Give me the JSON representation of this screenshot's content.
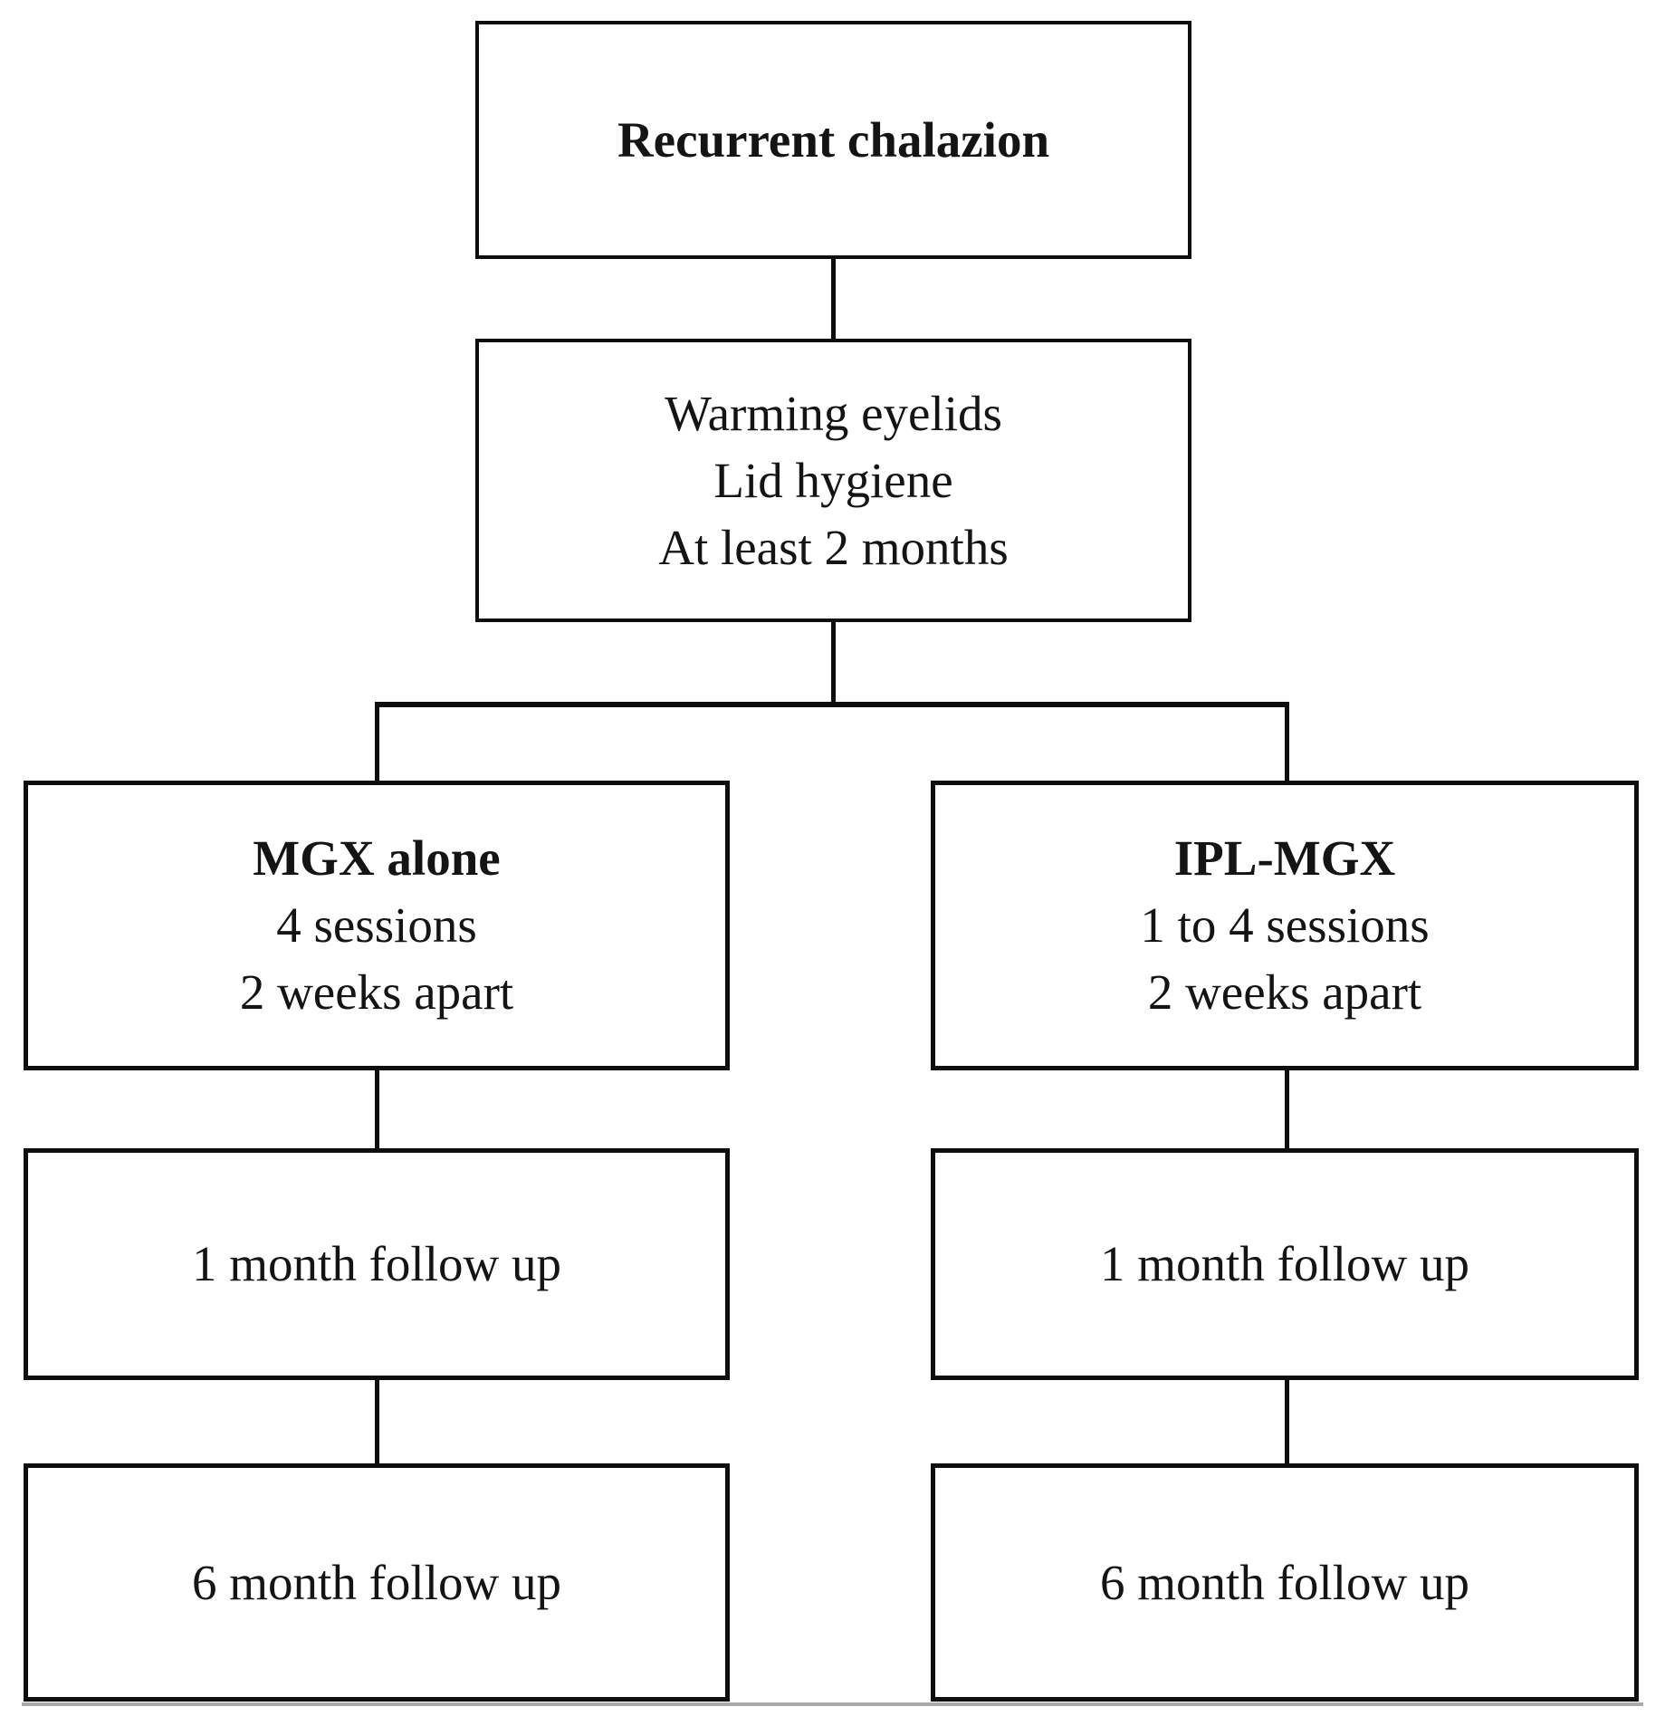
{
  "figure": {
    "nodes": {
      "recurrent_chalazion": {
        "title": "Recurrent chalazion"
      },
      "conservative_treatment": {
        "line1": "Warming eyelids",
        "line2": "Lid hygiene",
        "line3": "At least 2 months"
      },
      "mgx_alone": {
        "title": "MGX alone",
        "line1": "4 sessions",
        "line2": "2 weeks apart"
      },
      "ipl_mgx": {
        "title": "IPL-MGX",
        "line1": "1 to 4 sessions",
        "line2": "2 weeks apart"
      },
      "mgx_follow_up_1_month": {
        "label": "1 month follow up"
      },
      "ipl_follow_up_1_month": {
        "label": "1 month follow up"
      },
      "mgx_follow_up_6_month": {
        "label": "6 month follow up"
      },
      "ipl_follow_up_6_month": {
        "label": "6 month follow up"
      }
    },
    "colors": {
      "line": "#0e0e0e",
      "text": "#141414",
      "background": "#ffffff",
      "bottom_rule": "#a9a9a9"
    }
  }
}
